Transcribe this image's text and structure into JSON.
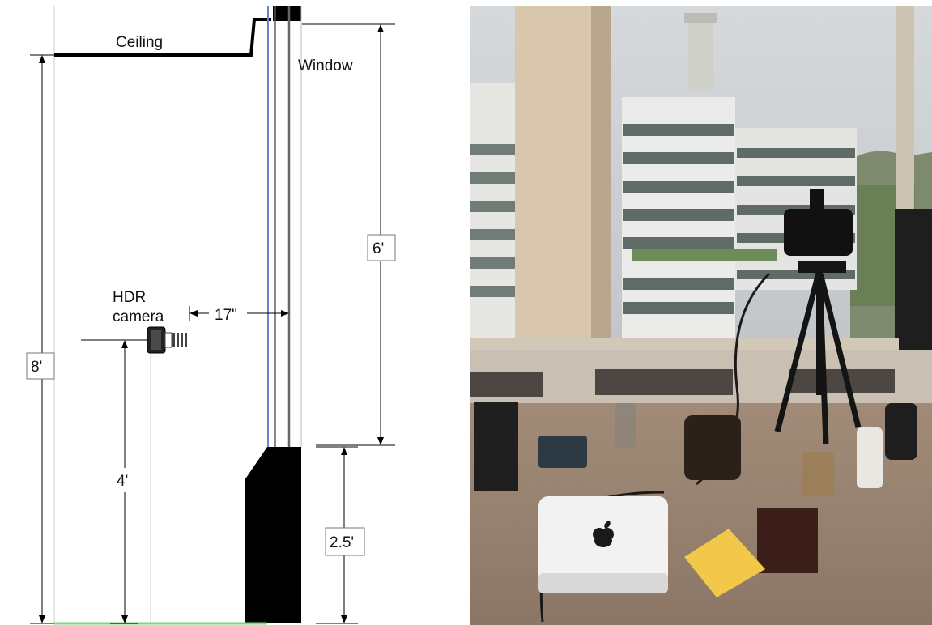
{
  "diagram": {
    "labels": {
      "ceiling": "Ceiling",
      "window": "Window",
      "camera_line1": "HDR",
      "camera_line2": "camera",
      "camera_to_window": "17\""
    },
    "dimensions": {
      "room_height": "8'",
      "window_height": "6'",
      "camera_height": "4'",
      "sill_height": "2.5'"
    }
  },
  "photo": {
    "description_icons": [
      "apple-logo-icon"
    ]
  }
}
